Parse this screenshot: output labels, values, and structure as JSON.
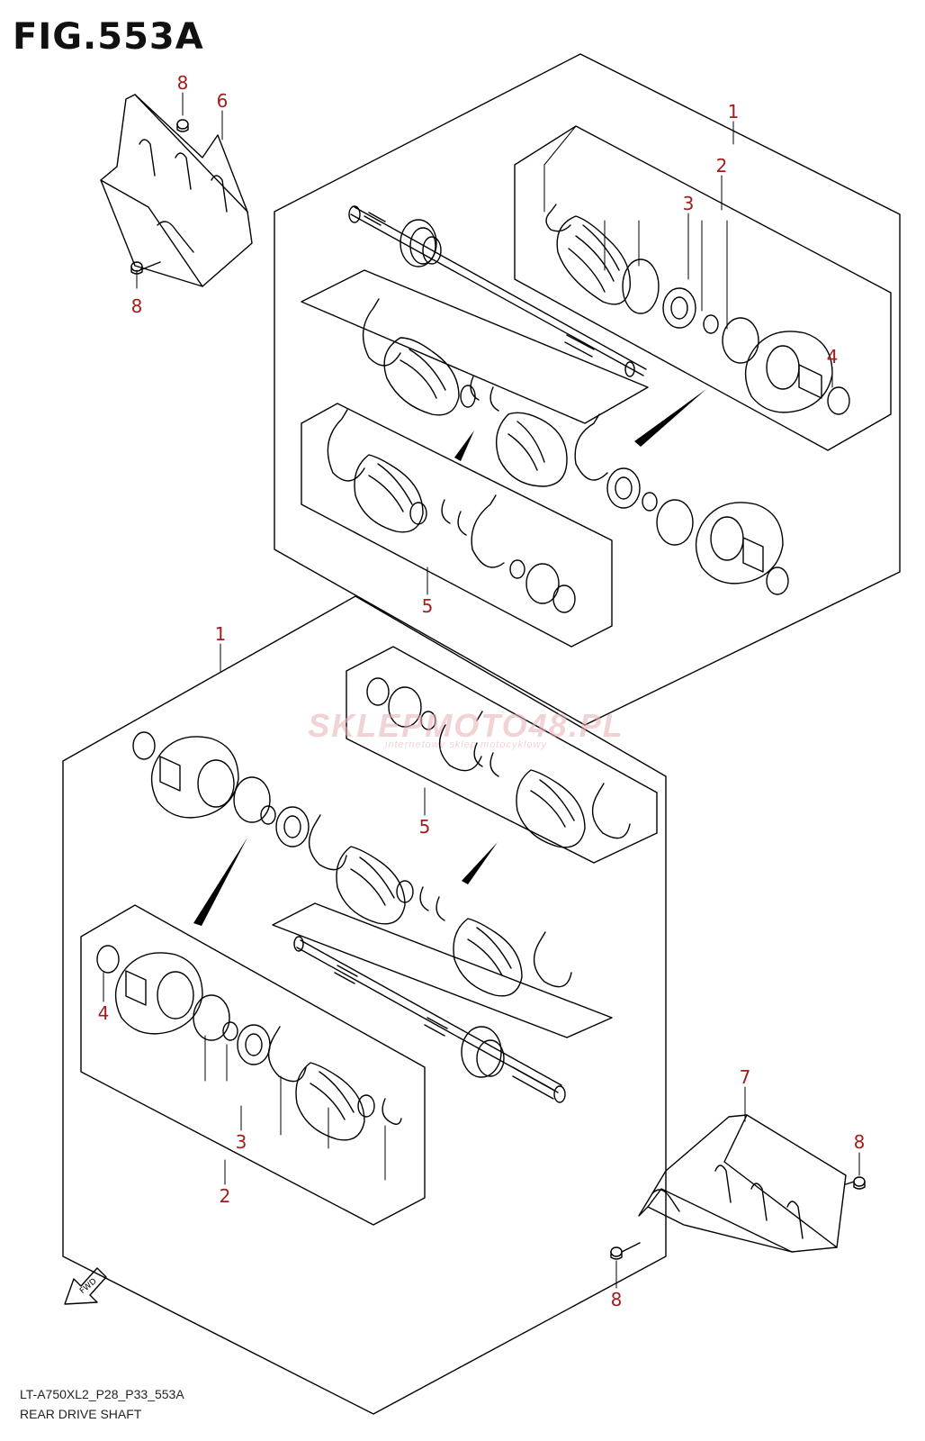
{
  "figure": {
    "title": "FIG.553A",
    "code": "LT-A750XL2_P28_P33_553A",
    "name": "REAR DRIVE SHAFT",
    "fwd_label": "FWD"
  },
  "watermark": {
    "brand": "SKLEPMOTO48.PL",
    "tagline": "internetowy sklep motocyklowy"
  },
  "colors": {
    "callout": "#a21d1d",
    "line": "#000000",
    "watermark": "#e8b0b4"
  },
  "callouts": [
    {
      "label": "8"
    },
    {
      "label": "6"
    },
    {
      "label": "8"
    },
    {
      "label": "1"
    },
    {
      "label": "2"
    },
    {
      "label": "3"
    },
    {
      "label": "4"
    },
    {
      "label": "5"
    },
    {
      "label": "1"
    },
    {
      "label": "5"
    },
    {
      "label": "4"
    },
    {
      "label": "3"
    },
    {
      "label": "2"
    },
    {
      "label": "7"
    },
    {
      "label": "8"
    },
    {
      "label": "8"
    }
  ]
}
